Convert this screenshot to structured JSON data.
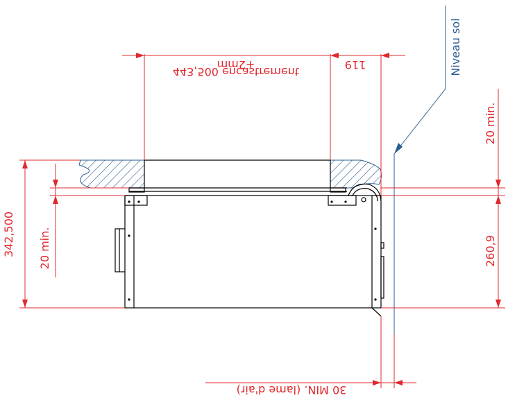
{
  "drawing": {
    "labels": {
      "niveau_sol": "Niveau sol",
      "width_dimension": "443,500 encastrement",
      "width_tolerance": "+2mm",
      "flange_dimension": "119",
      "left_height": "342,500",
      "left_min": "20 min.",
      "right_min": "20 min.",
      "right_height": "260,9",
      "air_gap": "30 MIN. (lame d'air)"
    },
    "colors": {
      "dimension": "#e0282e",
      "outline": "#000000",
      "ground": "#2a5d8f"
    }
  }
}
